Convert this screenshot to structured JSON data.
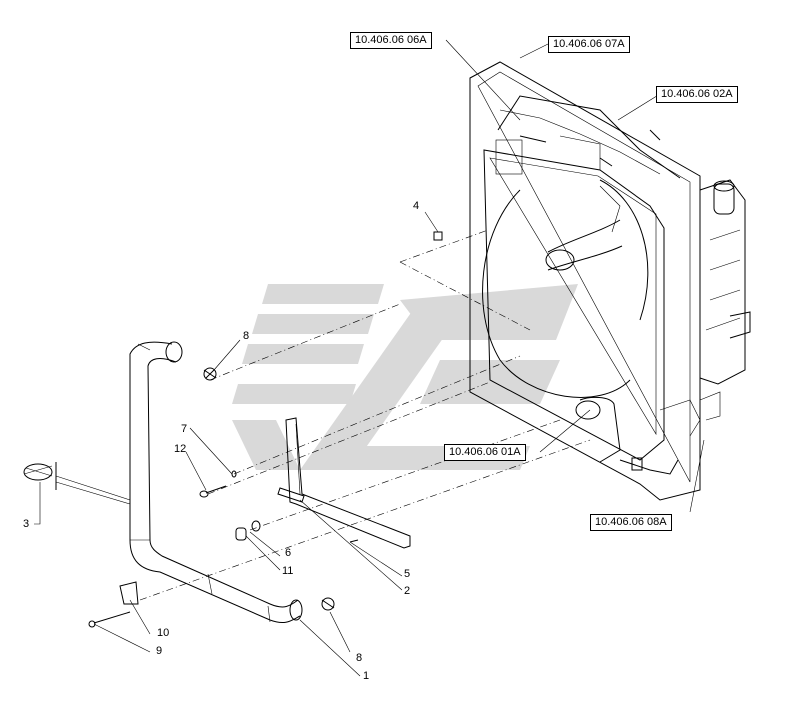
{
  "diagram": {
    "reference_boxes": [
      {
        "id": "ref-06a",
        "label": "10.406.06 06A"
      },
      {
        "id": "ref-07a",
        "label": "10.406.06 07A"
      },
      {
        "id": "ref-02a",
        "label": "10.406.06 02A"
      },
      {
        "id": "ref-01a",
        "label": "10.406.06 01A"
      },
      {
        "id": "ref-08a",
        "label": "10.406.06 08A"
      }
    ],
    "callouts": [
      {
        "id": "c1",
        "label": "1"
      },
      {
        "id": "c2",
        "label": "2"
      },
      {
        "id": "c3",
        "label": "3"
      },
      {
        "id": "c4",
        "label": "4"
      },
      {
        "id": "c5",
        "label": "5"
      },
      {
        "id": "c6",
        "label": "6"
      },
      {
        "id": "c7",
        "label": "7"
      },
      {
        "id": "c8a",
        "label": "8"
      },
      {
        "id": "c8b",
        "label": "8"
      },
      {
        "id": "c9",
        "label": "9"
      },
      {
        "id": "c10",
        "label": "10"
      },
      {
        "id": "c11",
        "label": "11"
      },
      {
        "id": "c12",
        "label": "12"
      }
    ]
  }
}
